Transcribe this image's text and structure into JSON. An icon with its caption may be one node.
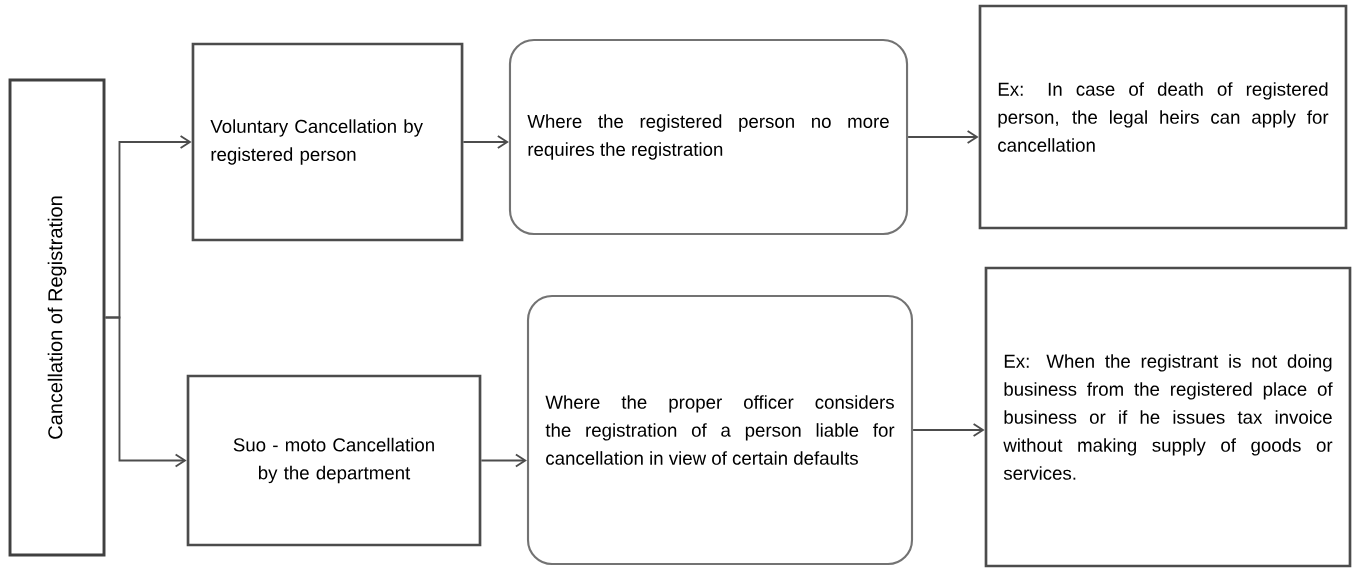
{
  "diagram": {
    "nodes": [
      {
        "text": [
          "Cancellation of Registration"
        ]
      },
      {
        "text": [
          "Voluntary Cancellation by registered person"
        ]
      },
      {
        "text": [
          "Where the registered person no more requires the registration"
        ]
      },
      {
        "text": [
          "Ex: In case of death of registered person, the legal heirs can apply for cancellation"
        ]
      },
      {
        "text": [
          "Suo - moto Cancellation by the department"
        ]
      },
      {
        "text": [
          "Where the proper officer considers the registration of a person liable for cancellation in view of certain defaults"
        ]
      },
      {
        "text": [
          "Ex: When the registrant is not doing business from the registered place of business or if he issues tax invoice without making supply of goods or services."
        ]
      }
    ],
    "edges": [
      {
        "from": 0,
        "to": 1,
        "arrow": "to"
      },
      {
        "from": 0,
        "to": 4,
        "arrow": "to"
      },
      {
        "from": 1,
        "to": 2,
        "arrow": "to"
      },
      {
        "from": 2,
        "to": 3,
        "arrow": "to"
      },
      {
        "from": 4,
        "to": 5,
        "arrow": "to"
      },
      {
        "from": 5,
        "to": 6,
        "arrow": "to"
      }
    ]
  }
}
